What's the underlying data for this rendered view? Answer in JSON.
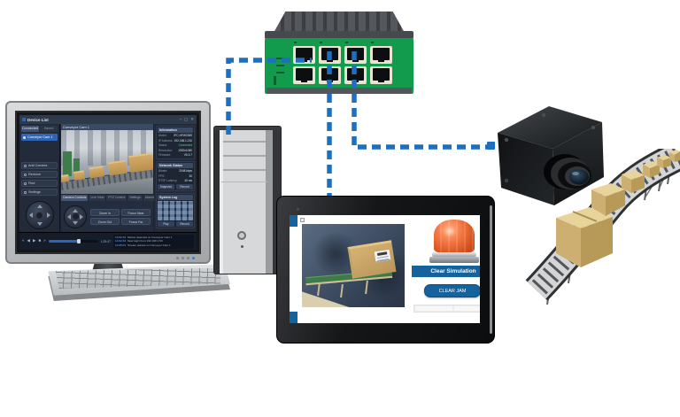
{
  "colors": {
    "cable_blue": "#1e6fc0",
    "switch_green": "#129b4c",
    "alarm_orange": "#e8622d",
    "tablet_blue": "#15639c",
    "app_accent": "#2e66b5",
    "status_ok_green": "#5fd08a"
  },
  "monitor_app": {
    "title": "Device List",
    "window_controls": {
      "minimize": "–",
      "maximize": "▢",
      "close": "✕"
    },
    "tabs": [
      {
        "label": "Connected"
      },
      {
        "label": "Saved"
      }
    ],
    "camera_name": "Conveyor Cam 1",
    "sidebar_buttons": [
      {
        "label": "Add Camera"
      },
      {
        "label": "Remove"
      },
      {
        "label": "Find"
      },
      {
        "label": "Settings"
      }
    ],
    "video_title": "Conveyor Cam 1",
    "control_tabs": [
      {
        "label": "Camera Controls"
      },
      {
        "label": "Live View"
      },
      {
        "label": "PTZ Control"
      },
      {
        "label": "Settings"
      },
      {
        "label": "Alarms"
      }
    ],
    "ptz_buttons": [
      {
        "label": "Zoom In"
      },
      {
        "label": "Zoom Out"
      },
      {
        "label": "Focus Near"
      },
      {
        "label": "Focus Far"
      }
    ],
    "info_panel": {
      "title": "Information",
      "rows": [
        {
          "label": "Model:",
          "value": "IPC-HFW2389"
        },
        {
          "label": "IP Address:",
          "value": "192.168.1.210"
        },
        {
          "label": "Status:",
          "value": "Connected"
        },
        {
          "label": "Resolution:",
          "value": "1920x1080"
        },
        {
          "label": "Firmware:",
          "value": "V6.3.7"
        }
      ]
    },
    "network_panel": {
      "title": "Network Status",
      "rows": [
        {
          "label": "Bitrate:",
          "value": "2048 kbps"
        },
        {
          "label": "FPS:",
          "value": "30"
        },
        {
          "label": "RTSP Latency:",
          "value": "40 ms"
        }
      ],
      "buttons": [
        {
          "label": "Snapshot"
        },
        {
          "label": "Record"
        }
      ]
    },
    "log_panel": {
      "title": "System Log",
      "buttons": [
        {
          "label": "Play"
        },
        {
          "label": "Record"
        }
      ]
    },
    "status_bar": {
      "transport_icons": [
        "«",
        "◀",
        "▶",
        "■",
        "»"
      ],
      "elapsed": "1:25:47",
      "entries": [
        {
          "time": "14:02:34",
          "message": "Motion detected on Conveyor Cam 1"
        },
        {
          "time": "14:02:43",
          "message": "New login from 192.168.1.50"
        },
        {
          "time": "14:05:01",
          "message": "Stream started on Conveyor Cam 1"
        }
      ]
    }
  },
  "tablet": {
    "banner": "Clear Simulation",
    "clear_button": "CLEAR JAM"
  }
}
